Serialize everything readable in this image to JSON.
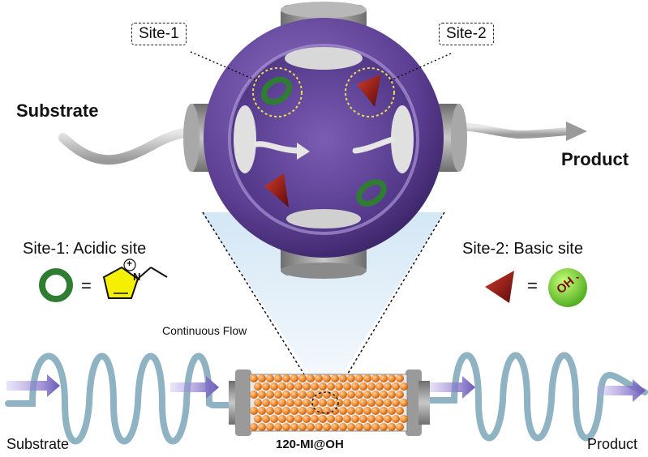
{
  "callouts": {
    "site1": "Site-1",
    "site2": "Site-2"
  },
  "labels": {
    "substrate_top": "Substrate",
    "product_top": "Product",
    "acidic_site": "Site-1: Acidic site",
    "basic_site": "Site-2: Basic site",
    "equals_left": "=",
    "equals_right": "=",
    "hydroxide": "OH",
    "hydroxide_charge": "-",
    "cation_charge": "+",
    "nitrogen": "N",
    "continuous_flow": "Continuous Flow",
    "substrate_bottom": "Substrate",
    "reactor_name": "120-MI@OH",
    "product_bottom": "Product"
  },
  "colors": {
    "cage_purple": "#6a4a9e",
    "cage_dark": "#3e2a6e",
    "window_grey": "#9a9a9a",
    "acidic_ring": "#2e7d32",
    "basic_cone": "#a01818",
    "imidazolium_fill": "#f5f000",
    "hydroxide_fill": "#8ee03a",
    "coil": "#8fb3c2",
    "beads": "#f0923a",
    "flow_arrow": "#8a78c8"
  }
}
